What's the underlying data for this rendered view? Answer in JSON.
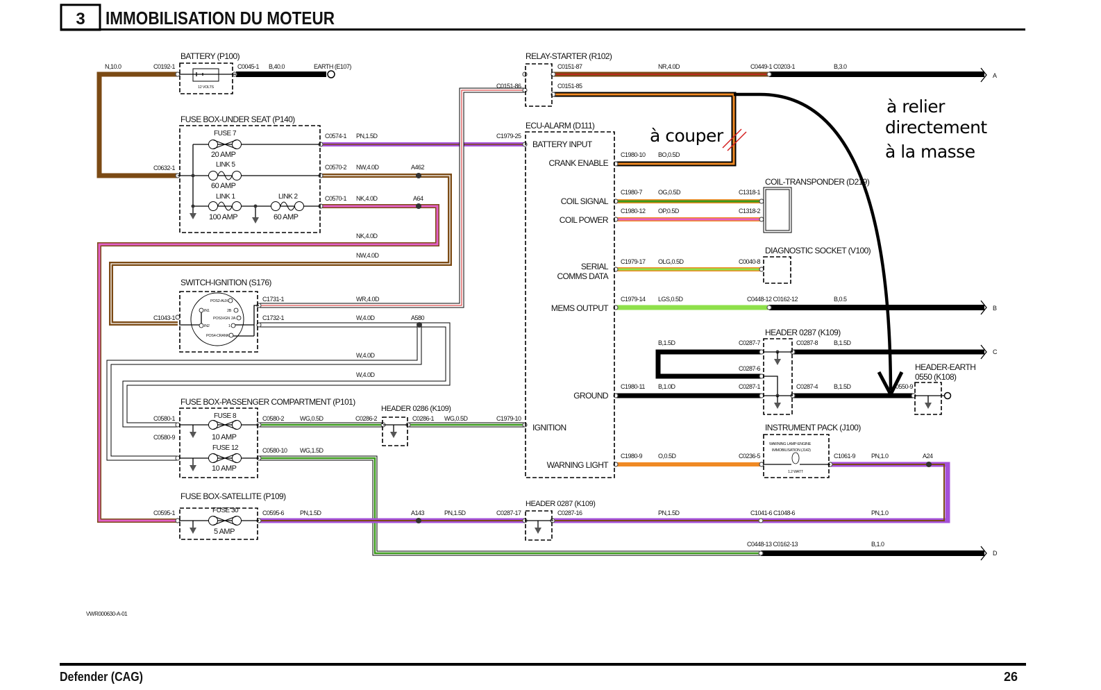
{
  "header": {
    "section_number": "3",
    "title": "IMMOBILISATION DU MOTEUR"
  },
  "footer": {
    "model": "Defender (CAG)",
    "page": "26",
    "drawing_ref": "VWR000630-A-01"
  },
  "colors": {
    "brown": "#7b4a14",
    "purple": "#a450d8",
    "pink": "#e35fc8",
    "orange": "#f08a24",
    "green": "#3a9a1a",
    "light_green": "#8ee04a",
    "red": "#d42020",
    "black": "#000000",
    "white": "#ffffff"
  },
  "battery": {
    "title": "BATTERY (P100)",
    "voltage": "12 VOLTS",
    "pin_in": "C0192-1",
    "pin_out": "C0045-1",
    "feed_wire": "N,10.0",
    "earth_wire": "B,40.0",
    "earth": "EARTH (E107)"
  },
  "fusebox_under_seat": {
    "title": "FUSE BOX-UNDER SEAT (P140)",
    "input": "C0632-1",
    "fuse7": "FUSE 7",
    "fuse7_rating": "20 AMP",
    "link5": "LINK 5",
    "link5_rating": "60 AMP",
    "link1": "LINK 1",
    "link1_rating": "100 AMP",
    "link2": "LINK 2",
    "link2_rating": "60 AMP",
    "out1": "C0574-1",
    "out1_wire": "PN,1.5D",
    "out2": "C0570-2",
    "out2_wire": "NW,4.0D",
    "splice2": "A462",
    "out3": "C0570-1",
    "out3_wire": "NK,4.0D",
    "splice3": "A64",
    "loop3_wire": "NK,4.0D",
    "loop2_wire": "NW,4.0D"
  },
  "ignition_switch": {
    "title": "SWITCH-IGNITION (S176)",
    "input": "C1043-1",
    "pos_aux": "POS2-AUX",
    "pos_ign": "POS3-IGN",
    "pos_crank": "POS4-CRANK",
    "in1": "IN1",
    "in2": "IN2",
    "t2b": "2B",
    "t2a": "2A",
    "t1": "1",
    "out1": "C1731-1",
    "out1_wire": "WR,4.0D",
    "out2": "C1732-1",
    "out2_wire": "W,4.0D",
    "splice": "A580",
    "loop1_wire": "W,4.0D",
    "loop2_wire": "W,4.0D"
  },
  "fusebox_passenger": {
    "title": "FUSE BOX-PASSENGER COMPARTMENT (P101)",
    "in1": "C0580-1",
    "in2": "C0580-9",
    "fuse8": "FUSE 8",
    "fuse8_rating": "10 AMP",
    "fuse12": "FUSE 12",
    "fuse12_rating": "10 AMP",
    "out1": "C0580-2",
    "out1_wire": "WG,0.5D",
    "out2": "C0580-10",
    "out2_wire": "WG,1.5D"
  },
  "header_0286": {
    "title": "HEADER 0286 (K109)",
    "in": "C0286-2",
    "out": "C0286-1",
    "out_wire": "WG,0.5D"
  },
  "fusebox_satellite": {
    "title": "FUSE BOX-SATELLITE (P109)",
    "in": "C0595-1",
    "fuse30": "FUSE 30",
    "fuse30_rating": "5 AMP",
    "out": "C0595-6",
    "out_wire": "PN,1.5D",
    "splice": "A143",
    "wire2": "PN,1.5D"
  },
  "header_0287_low": {
    "title": "HEADER 0287 (K109)",
    "in": "C0287-17",
    "out": "C0287-16",
    "out_wire": "PN,1.5D",
    "inline": "C1041-6 C1048-6",
    "wire2": "PN,1.0"
  },
  "relay_starter": {
    "title": "RELAY-STARTER (R102)",
    "pin86": "C0151-86",
    "pin87": "C0151-87",
    "pin87_wire": "NR,4.0D",
    "inline": "C0449-1 C0203-1",
    "ground_wire": "B,3.0",
    "end": "A",
    "pin85": "C0151-85"
  },
  "ecu_alarm": {
    "title": "ECU-ALARM (D111)",
    "battery_input": {
      "label": "BATTERY INPUT",
      "pin": "C1979-25"
    },
    "crank_enable": {
      "label": "CRANK ENABLE",
      "pin": "C1980-10",
      "wire": "BO,0.5D"
    },
    "coil_signal": {
      "label": "COIL SIGNAL",
      "pin": "C1980-7",
      "wire": "OG,0.5D",
      "dest": "C1318-1"
    },
    "coil_power": {
      "label": "COIL POWER",
      "pin": "C1980-12",
      "wire": "OP,0.5D",
      "dest": "C1318-2"
    },
    "serial": {
      "label1": "SERIAL",
      "label2": "COMMS DATA",
      "pin": "C1979-17",
      "wire": "OLG,0.5D",
      "dest": "C0040-8"
    },
    "mems": {
      "label": "MEMS OUTPUT",
      "pin": "C1979-14",
      "wire": "LGS,0.5D",
      "inline": "C0448-12 C0162-12",
      "ground_wire": "B,0.5",
      "end": "B"
    },
    "ground": {
      "label": "GROUND",
      "pin": "C1980-11",
      "wire": "B,1.0D"
    },
    "ignition": {
      "label": "IGNITION",
      "pin": "C1979-10"
    },
    "warning": {
      "label": "WARNING LIGHT",
      "pin": "C1980-9",
      "wire": "O,0.5D"
    }
  },
  "coil_transponder": {
    "title": "COIL-TRANSPONDER (D219)"
  },
  "diagnostic_socket": {
    "title": "DIAGNOSTIC SOCKET (V100)"
  },
  "header_0287_k109": {
    "title": "HEADER 0287 (K109)",
    "loop_wire": "B,1.5D",
    "pin7": "C0287-7",
    "pin8": "C0287-8",
    "pin8_wire": "B,1.5D",
    "end": "C",
    "pin6": "C0287-6",
    "pin1": "C0287-1",
    "pin4": "C0287-4",
    "pin4_wire": "B,1.5D",
    "earth_pin": "0550-9"
  },
  "header_earth": {
    "title1": "HEADER-EARTH",
    "title2": "0550 (K108)"
  },
  "instrument_pack": {
    "title": "INSTRUMENT PACK (J100)",
    "lamp1": "WARNING LAMP-ENGINE",
    "lamp2": "IMMOBILISATION (J142)",
    "watt": "1.2 WATT",
    "in": "C0236-5",
    "out": "C1061-9",
    "out_wire": "PN,1.0",
    "splice": "A24"
  },
  "bottom_ground": {
    "inline": "C0448-13 C0162-13",
    "wire": "B,1.0",
    "end": "D"
  },
  "annotations": {
    "cut": "à couper",
    "ground1": "à relier",
    "ground2": "directement",
    "ground3": "à la masse"
  }
}
